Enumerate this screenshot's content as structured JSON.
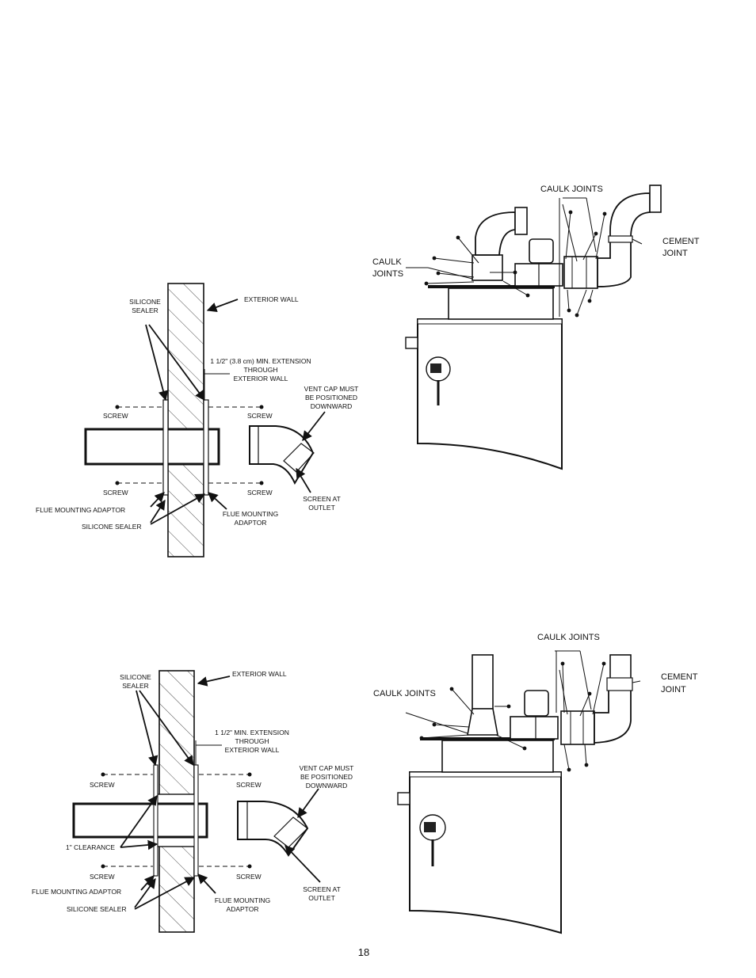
{
  "page_number": "18",
  "fig_top_wall": {
    "silicone_sealer": [
      "SILICONE",
      "SEALER"
    ],
    "exterior_wall": "EXTERIOR WALL",
    "extension": [
      "1 1/2\" (3.8 cm) MIN. EXTENSION",
      "THROUGH",
      "EXTERIOR WALL"
    ],
    "vent_cap": [
      "VENT CAP MUST",
      "BE POSITIONED",
      "DOWNWARD"
    ],
    "screw": "SCREW",
    "flue_mounting_adaptor": "FLUE MOUNTING ADAPTOR",
    "flue_mounting_adaptor_right": [
      "FLUE MOUNTING",
      "ADAPTOR"
    ],
    "silicone_sealer_bottom": "SILICONE SEALER",
    "screen_at_outlet": [
      "SCREEN AT",
      "OUTLET"
    ]
  },
  "fig_top_heater": {
    "caulk_joints_top": "CAULK JOINTS",
    "caulk_joints_left": [
      "CAULK",
      "JOINTS"
    ],
    "cement_joint": [
      "CEMENT",
      "JOINT"
    ]
  },
  "fig_bottom_wall": {
    "silicone_sealer": [
      "SILICONE",
      "SEALER"
    ],
    "exterior_wall": "EXTERIOR WALL",
    "extension": [
      "1 1/2\" MIN. EXTENSION",
      "THROUGH",
      "EXTERIOR WALL"
    ],
    "vent_cap": [
      "VENT CAP MUST",
      "BE POSITIONED",
      "DOWNWARD"
    ],
    "screw": "SCREW",
    "clearance": "1\" CLEARANCE",
    "flue_mounting_adaptor": "FLUE MOUNTING ADAPTOR",
    "flue_mounting_adaptor_right": [
      "FLUE MOUNTING",
      "ADAPTOR"
    ],
    "silicone_sealer_bottom": "SILICONE SEALER",
    "screen_at_outlet": [
      "SCREEN AT",
      "OUTLET"
    ]
  },
  "fig_bottom_heater": {
    "caulk_joints_top": "CAULK JOINTS",
    "caulk_joints_left": "CAULK JOINTS",
    "cement_joint": [
      "CEMENT",
      "JOINT"
    ]
  }
}
